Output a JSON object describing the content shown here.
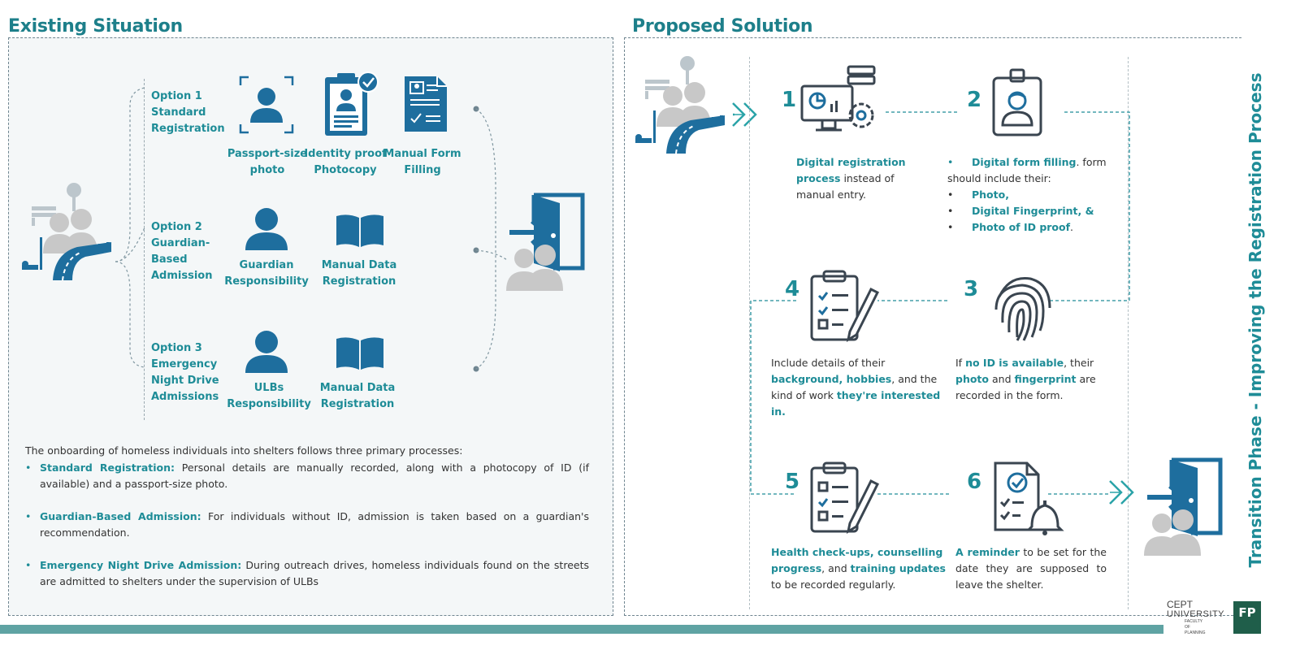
{
  "existing": {
    "title": "Existing Situation",
    "options": [
      {
        "label": "Option 1 Standard Registration"
      },
      {
        "label": "Option 2 Guardian-Based Admission"
      },
      {
        "label": "Option 3 Emergency Night Drive Admissions"
      }
    ],
    "icons": {
      "passport": "Passport-size photo",
      "identity": "Identity proof Photocopy",
      "manual_form": "Manual Form Filling",
      "guardian": "Guardian Responsibility",
      "manual_data_1": "Manual Data Registration",
      "ulbs": "ULBs Responsibility",
      "manual_data_2": "Manual Data Registration"
    },
    "intro": "The onboarding of homeless individuals into shelters follows three primary processes:",
    "bullets": [
      {
        "head": "Standard Registration:",
        "text": "Personal details are manually recorded, along with a photocopy of ID (if available) and a passport-size photo."
      },
      {
        "head": "Guardian-Based Admission:",
        "text": "For individuals without ID, admission is taken based on a guardian's recommendation."
      },
      {
        "head": "Emergency Night Drive Admission:",
        "text": "During outreach drives, homeless individuals found on the streets are admitted to shelters under the supervision of ULBs"
      }
    ]
  },
  "proposed": {
    "title": "Proposed Solution",
    "steps": [
      {
        "num": "1",
        "b1": "Digital registration process",
        "t1": "instead of manual entry."
      },
      {
        "num": "2",
        "b1": "Digital form filling",
        "t1": ". form should include their:",
        "items": [
          "Photo,",
          "Digital Fingerprint, &",
          "Photo of ID proof"
        ],
        "end": "."
      },
      {
        "num": "3",
        "t1": "If",
        "b1": "no ID is available",
        "t2": ", their",
        "b2": "photo",
        "t3": "and",
        "b3": "fingerprint",
        "t4": "are recorded in the form."
      },
      {
        "num": "4",
        "t1": "Include details of their",
        "b1": "background, hobbies",
        "t2": ", and the kind of work",
        "b2": "they're interested in."
      },
      {
        "num": "5",
        "b1": "Health check-ups, counselling progress",
        "t1": ", and",
        "b2": "training updates",
        "t2": "to be recorded regularly."
      },
      {
        "num": "6",
        "b1": "A reminder",
        "t1": "to be set for the date they are supposed to leave the shelter."
      }
    ],
    "vertical_title": "Transition Phase - Improving the Registration Process"
  },
  "footer": {
    "cept_line1": "CEPT",
    "cept_line2": "UNIVERSITY",
    "cept_line3": "FACULTY OF PLANNING",
    "fp": "FP"
  },
  "colors": {
    "primary": "#1e6e9e",
    "teal": "#1e8c97",
    "grey": "#c8c8c8",
    "bar": "#5fa3a3"
  }
}
